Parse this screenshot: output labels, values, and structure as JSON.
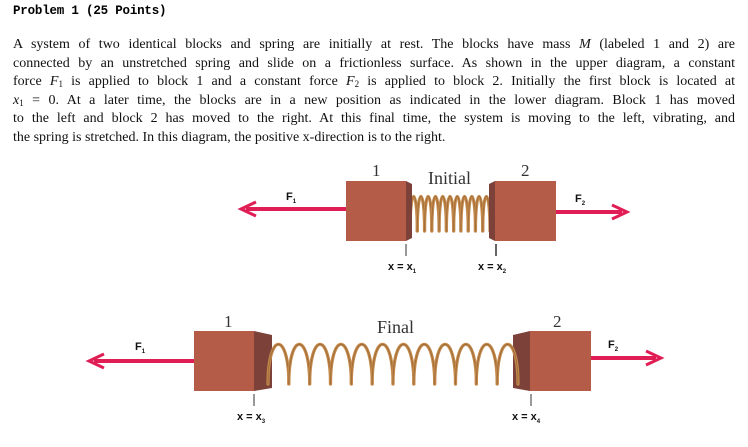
{
  "problem": {
    "title": "Problem 1 (25 Points)"
  },
  "paragraph": [
    [
      {
        "t": "A system of two identical blocks and spring are initially at rest. The blocks have mass "
      },
      {
        "t": "M",
        "i": true
      },
      {
        "t": " (labeled 1 and 2) are"
      }
    ],
    [
      {
        "t": "connected by an unstretched spring and slide on a frictionless surface. As shown in the upper diagram, a constant"
      }
    ],
    [
      {
        "t": "force "
      },
      {
        "t": "F",
        "i": true
      },
      {
        "t": "1",
        "s": true
      },
      {
        "t": " is applied to block 1 and a constant force "
      },
      {
        "t": "F",
        "i": true
      },
      {
        "t": "2",
        "s": true
      },
      {
        "t": " is applied to block 2. Initially the first block is located at"
      }
    ],
    [
      {
        "t": "x",
        "i": true
      },
      {
        "t": "1",
        "s": true
      },
      {
        "t": " = 0. At a later time, the blocks are in a new position as indicated in the lower diagram. Block 1 has moved"
      }
    ],
    [
      {
        "t": "to the left and block 2 has moved to the right. At this final time, the system is moving to the left, vibrating, and"
      }
    ],
    [
      {
        "t": "the spring is stretched. In this diagram, the positive x-direction is to the right."
      }
    ]
  ],
  "diagram": {
    "initial": {
      "caption": "Initial",
      "block1_label": "1",
      "block2_label": "2",
      "force1": {
        "name": "F",
        "sub": "1"
      },
      "force2": {
        "name": "F",
        "sub": "2"
      },
      "pos1": {
        "text": "x = x",
        "sub": "1"
      },
      "pos2": {
        "text": "x = x",
        "sub": "2"
      }
    },
    "final": {
      "caption": "Final",
      "block1_label": "1",
      "block2_label": "2",
      "force1": {
        "name": "F",
        "sub": "1"
      },
      "force2": {
        "name": "F",
        "sub": "2"
      },
      "pos1": {
        "text": "x = x",
        "sub": "3"
      },
      "pos2": {
        "text": "x = x",
        "sub": "4"
      }
    },
    "colors": {
      "block": "#b45c48",
      "block_shade": "#7c4239",
      "arrow": "#e01e55",
      "spring": "#c48a4c"
    }
  }
}
